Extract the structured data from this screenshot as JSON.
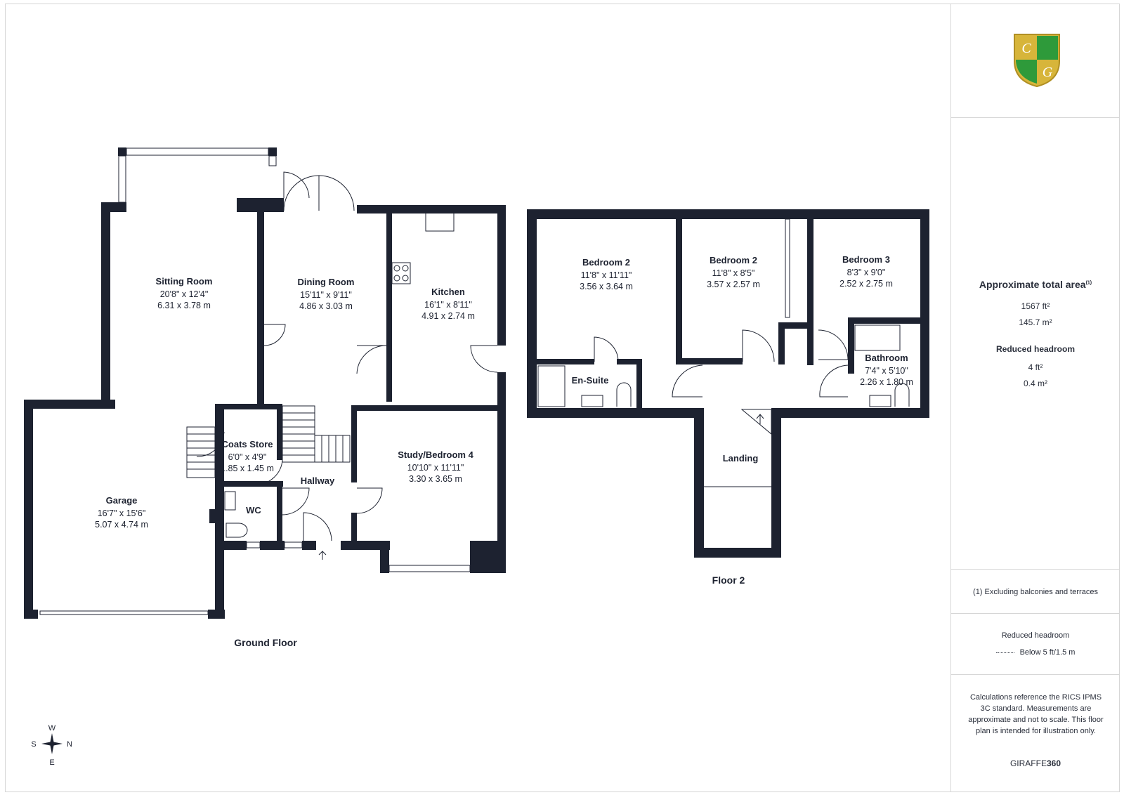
{
  "ground_floor": {
    "label": "Ground Floor",
    "rooms": [
      {
        "name": "Sitting Room",
        "imperial": "20'8\" x 12'4\"",
        "metric": "6.31 x 3.78 m"
      },
      {
        "name": "Dining Room",
        "imperial": "15'11\" x 9'11\"",
        "metric": "4.86 x 3.03 m"
      },
      {
        "name": "Kitchen",
        "imperial": "16'1\" x 8'11\"",
        "metric": "4.91 x 2.74 m"
      },
      {
        "name": "Garage",
        "imperial": "16'7\" x 15'6\"",
        "metric": "5.07 x 4.74 m"
      },
      {
        "name": "Coats Store",
        "imperial": "6'0\" x 4'9\"",
        "metric": "1.85 x 1.45 m"
      },
      {
        "name": "Hallway",
        "imperial": "",
        "metric": ""
      },
      {
        "name": "WC",
        "imperial": "",
        "metric": ""
      },
      {
        "name": "Study/Bedroom 4",
        "imperial": "10'10\" x 11'11\"",
        "metric": "3.30 x 3.65 m"
      }
    ]
  },
  "floor_2": {
    "label": "Floor 2",
    "rooms": [
      {
        "name": "Bedroom 2",
        "imperial": "11'8\" x 11'11\"",
        "metric": "3.56 x 3.64 m"
      },
      {
        "name": "Bedroom 2",
        "imperial": "11'8\" x 8'5\"",
        "metric": "3.57 x 2.57 m"
      },
      {
        "name": "Bedroom 3",
        "imperial": "8'3\" x 9'0\"",
        "metric": "2.52 x 2.75 m"
      },
      {
        "name": "En-Suite",
        "imperial": "",
        "metric": ""
      },
      {
        "name": "Bathroom",
        "imperial": "7'4\" x 5'10\"",
        "metric": "2.26 x 1.80 m"
      },
      {
        "name": "Landing",
        "imperial": "",
        "metric": ""
      }
    ]
  },
  "compass": {
    "top": "W",
    "bottom": "E",
    "left": "S",
    "right": "N"
  },
  "sidebar": {
    "logo_icon": "crest-shield-icon",
    "logo_letters": [
      "C",
      "G"
    ],
    "area_title": "Approximate total area",
    "area_note_mark": "(1)",
    "area_ft": "1567 ft²",
    "area_m": "145.7 m²",
    "reduced_title": "Reduced headroom",
    "reduced_ft": "4 ft²",
    "reduced_m": "0.4 m²",
    "footnote": "(1) Excluding balconies and terraces",
    "legend_title": "Reduced headroom",
    "legend_item": "Below 5 ft/1.5 m",
    "disclaimer": "Calculations reference the RICS IPMS 3C standard. Measurements are approximate and not to scale. This floor plan is intended for illustration only.",
    "brand_prefix": "GIRAFFE",
    "brand_suffix": "360"
  },
  "colors": {
    "wall": "#1d2230",
    "logo_green": "#2e9a3a",
    "logo_gold": "#d7b53a"
  }
}
